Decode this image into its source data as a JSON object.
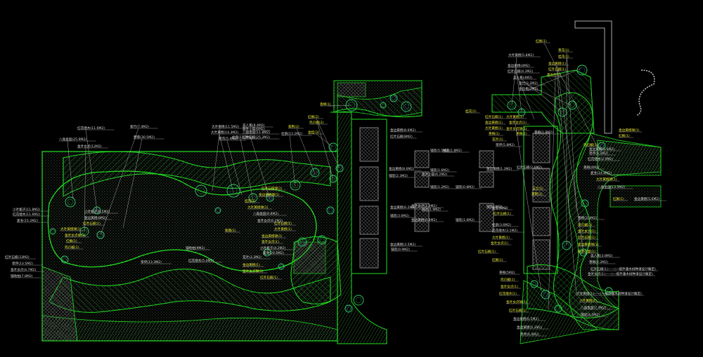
{
  "drawing": {
    "background": "#000000",
    "colors": {
      "outline": "#22dd22",
      "hatch": "#1a7a1a",
      "hatch_dim": "#2a5a2a",
      "dots": "#6a8a6a",
      "block": "#8a8a8a",
      "leader": "#b8b8b8",
      "label_yellow": "#e8e830",
      "label_white": "#d8d8d8",
      "plant": "#33cc66",
      "wall": "#aaaaaa"
    },
    "left_labels": [
      {
        "text": "红花继木(11.6M2)",
        "color": "white"
      },
      {
        "text": "八角金盘(25.9M2)",
        "color": "white"
      },
      {
        "text": "金叶女贞(12M2)",
        "color": "white"
      },
      {
        "text": "紫竹(7.4M2)",
        "color": "white"
      },
      {
        "text": "野菊(30.5M2)",
        "color": "white"
      },
      {
        "text": "大叶黄杨(11.5M2)",
        "color": "white"
      },
      {
        "text": "大叶黄杨(14.3M2)",
        "color": "white"
      },
      {
        "text": "荷花(5.4M2)",
        "color": "white"
      },
      {
        "text": "杜鹃(11.9M2)",
        "color": "white"
      },
      {
        "text": "红叶石楠(25.3M2)",
        "color": "white"
      },
      {
        "text": "杜鹃(13.2M2)",
        "color": "white"
      },
      {
        "text": "紫荆(2)",
        "color": "yellow"
      },
      {
        "text": "金桂(3)",
        "color": "yellow"
      },
      {
        "text": "红枫(2)",
        "color": "yellow"
      },
      {
        "text": "鸡爪槭(2)",
        "color": "yellow"
      },
      {
        "text": "香樟(1)",
        "color": "yellow"
      },
      {
        "text": "小叶栀子(11.8M2)",
        "color": "white"
      },
      {
        "text": "红花继木(11.6M2)",
        "color": "white"
      },
      {
        "text": "麦冬(15.2M2)",
        "color": "white"
      },
      {
        "text": "红叶石楠(33M2)",
        "color": "white"
      },
      {
        "text": "草坪(13.5M2)",
        "color": "white"
      },
      {
        "text": "金叶女贞(4.7M2)",
        "color": "white"
      },
      {
        "text": "铺地柏(7.8M2)",
        "color": "white"
      },
      {
        "text": "美人蕉(8.4M2)",
        "color": "white"
      },
      {
        "text": "紫叶小檗(6M2)",
        "color": "white"
      },
      {
        "text": "八角金盘(11.8M2)",
        "color": "white"
      },
      {
        "text": "小叶栀子(6.5M2)",
        "color": "white"
      },
      {
        "text": "金边黄杨(8M2)",
        "color": "white"
      },
      {
        "text": "红叶石楠(1)",
        "color": "yellow"
      },
      {
        "text": "大叶黄杨球(1)",
        "color": "yellow"
      },
      {
        "text": "金叶女贞球(1)",
        "color": "yellow"
      },
      {
        "text": "红枫(1)",
        "color": "yellow"
      },
      {
        "text": "鸡爪槭(1)",
        "color": "yellow"
      },
      {
        "text": "红叶石楠球(1)",
        "color": "yellow"
      },
      {
        "text": "金边黄杨球(1)",
        "color": "yellow"
      },
      {
        "text": "桂花(1)",
        "color": "yellow"
      },
      {
        "text": "大叶黄杨球(1)",
        "color": "yellow"
      },
      {
        "text": "八角金盘(9.8M2)",
        "color": "white"
      },
      {
        "text": "金叶女贞(6.2M2)",
        "color": "white"
      },
      {
        "text": "紫薇(1)",
        "color": "yellow"
      },
      {
        "text": "红叶石楠(1)",
        "color": "yellow"
      },
      {
        "text": "大叶黄杨(1)",
        "color": "yellow"
      },
      {
        "text": "金边黄杨球(1)",
        "color": "yellow"
      },
      {
        "text": "金叶女贞(1)",
        "color": "yellow"
      },
      {
        "text": "小叶栀子(4.2M2)",
        "color": "white"
      },
      {
        "text": "麦冬(20.5M2)",
        "color": "white"
      },
      {
        "text": "铺地柏(9M2)",
        "color": "white"
      },
      {
        "text": "红花继木(5.4M2)",
        "color": "white"
      },
      {
        "text": "草坪(13.3M2)",
        "color": "white"
      },
      {
        "text": "花叶(2.2M2)",
        "color": "white"
      },
      {
        "text": "金边黄杨(1)",
        "color": "yellow"
      },
      {
        "text": "金叶女贞球(1)",
        "color": "yellow"
      },
      {
        "text": "红叶石楠(1)",
        "color": "yellow"
      }
    ],
    "center_labels": [
      {
        "text": "金边黄杨(8.6M2)",
        "color": "white"
      },
      {
        "text": "红叶石楠(8M2)",
        "color": "white"
      },
      {
        "text": "金边黄杨(8.6M2)",
        "color": "white"
      },
      {
        "text": "铺装(2.3M2)",
        "color": "white"
      },
      {
        "text": "金边黄杨(6.2M2)",
        "color": "white"
      },
      {
        "text": "铺装(3.6M2)",
        "color": "white"
      },
      {
        "text": "金边黄杨(3.5M2)",
        "color": "white"
      },
      {
        "text": "铺装(0.9M2)",
        "color": "white"
      },
      {
        "text": "铺装(5.5M2)",
        "color": "white"
      },
      {
        "text": "铺装(1.8M2)",
        "color": "white"
      },
      {
        "text": "铺装(1.6M2)",
        "color": "white"
      },
      {
        "text": "紫叶小檗(6.2M2)",
        "color": "white"
      },
      {
        "text": "铺装(1.2M2)",
        "color": "white"
      },
      {
        "text": "铺装(0.8M2)",
        "color": "white"
      },
      {
        "text": "金叶女贞(1.3M2)",
        "color": "white"
      },
      {
        "text": "铺装(1.9M2)",
        "color": "white"
      },
      {
        "text": "金边黄杨(0.8M2)",
        "color": "white"
      },
      {
        "text": "铺装(1.6M2)",
        "color": "white"
      },
      {
        "text": "金边黄杨(1.3M2)",
        "color": "white"
      },
      {
        "text": "铺装(3M2)",
        "color": "white"
      }
    ],
    "right_labels": [
      {
        "text": "大叶黄杨(5.8M2)",
        "color": "white"
      },
      {
        "text": "金边黄杨(4M2)",
        "color": "white"
      },
      {
        "text": "红叶石楠(4.3M2)",
        "color": "white"
      },
      {
        "text": "美人蕉(4M2)",
        "color": "white"
      },
      {
        "text": "紫竹(2.2M2)",
        "color": "white"
      },
      {
        "text": "金丝桃(2M2)",
        "color": "white"
      },
      {
        "text": "红枫(1)",
        "color": "yellow"
      },
      {
        "text": "茶花(1)",
        "color": "yellow"
      },
      {
        "text": "桂花(1)",
        "color": "yellow"
      },
      {
        "text": "金边黄杨(1)",
        "color": "yellow"
      },
      {
        "text": "红叶石楠(1)",
        "color": "yellow"
      },
      {
        "text": "南天竹(1)",
        "color": "yellow"
      },
      {
        "text": "大叶黄杨(1)",
        "color": "yellow"
      },
      {
        "text": "金叶女贞(1)",
        "color": "yellow"
      },
      {
        "text": "金叶女贞球(1)",
        "color": "yellow"
      },
      {
        "text": "茶梅(1)",
        "color": "yellow"
      },
      {
        "text": "茶梅(1.8M2)",
        "color": "white"
      },
      {
        "text": "玉兰(1)",
        "color": "yellow"
      },
      {
        "text": "紫荆(1)",
        "color": "yellow"
      },
      {
        "text": "红叶石楠(2.6M2)",
        "color": "white"
      },
      {
        "text": "桂花(1)",
        "color": "yellow"
      },
      {
        "text": "红叶石楠(1)",
        "color": "yellow"
      },
      {
        "text": "金边黄杨(1)",
        "color": "yellow"
      },
      {
        "text": "大叶黄杨(1)",
        "color": "yellow"
      },
      {
        "text": "茶梅(1)",
        "color": "yellow"
      },
      {
        "text": "花叶(1)",
        "color": "yellow"
      },
      {
        "text": "草坪(5.8M2)",
        "color": "white"
      },
      {
        "text": "麦冬(6M2)",
        "color": "white"
      },
      {
        "text": "红叶石楠(1)",
        "color": "yellow"
      },
      {
        "text": "杜鹃(3.6M2)",
        "color": "white"
      },
      {
        "text": "红花继木(3.1M2)",
        "color": "white"
      },
      {
        "text": "大叶黄杨(1)",
        "color": "yellow"
      },
      {
        "text": "金叶女贞(1)",
        "color": "yellow"
      },
      {
        "text": "红叶石楠(1)",
        "color": "yellow"
      },
      {
        "text": "金边黄杨球(1)",
        "color": "yellow"
      },
      {
        "text": "红枫(1)",
        "color": "yellow"
      },
      {
        "text": "鸡爪槭(1)",
        "color": "yellow"
      },
      {
        "text": "金边黄杨(5.6M2)",
        "color": "white"
      },
      {
        "text": "草坪(4.2M2)",
        "color": "white"
      },
      {
        "text": "红花继木(2.9M2)",
        "color": "white"
      },
      {
        "text": "茶梅(4M2)",
        "color": "white"
      },
      {
        "text": "麦冬(14.8M2)",
        "color": "white"
      },
      {
        "text": "八角金盘(13.5M2)",
        "color": "white"
      },
      {
        "text": "红枫(1)",
        "color": "yellow"
      },
      {
        "text": "金边黄杨(5.6M2)",
        "color": "white"
      },
      {
        "text": "大叶黄杨球(1)",
        "color": "yellow"
      },
      {
        "text": "茶梅(3.3M2)",
        "color": "white"
      },
      {
        "text": "鸡爪槭(1)",
        "color": "yellow"
      },
      {
        "text": "金叶女贞(1)",
        "color": "yellow"
      },
      {
        "text": "红叶石楠(1)",
        "color": "yellow"
      },
      {
        "text": "金边黄杨球(1)",
        "color": "yellow"
      },
      {
        "text": "紫叶小檗(1)",
        "color": "yellow"
      },
      {
        "text": "美人蕉(3.8M2)",
        "color": "white"
      },
      {
        "text": "茶梅(2.2M2)",
        "color": "white"
      },
      {
        "text": "红叶石楠(1)——(一级乔灌木树种请设计确定)",
        "color": "white"
      },
      {
        "text": "金叶女贞(1)——(一级乔灌木树种请设计确定)",
        "color": "white"
      },
      {
        "text": "大叶黄杨(1)——(一级乔灌木树种请设计确定)",
        "color": "white"
      },
      {
        "text": "小叶黄杨(2)",
        "color": "yellow"
      },
      {
        "text": "八角金盘(7.4M2)",
        "color": "white"
      },
      {
        "text": "铺装(4.5M2)",
        "color": "white"
      },
      {
        "text": "红枫(1)",
        "color": "yellow"
      },
      {
        "text": "茶梅(5M2)",
        "color": "white"
      },
      {
        "text": "鸡爪槭(1)",
        "color": "yellow"
      },
      {
        "text": "金叶女贞(1)",
        "color": "yellow"
      },
      {
        "text": "红花继木(1)",
        "color": "yellow"
      },
      {
        "text": "金叶女贞球(1)",
        "color": "yellow"
      },
      {
        "text": "红叶石楠(1)",
        "color": "yellow"
      },
      {
        "text": "金边黄杨(6.5M2)",
        "color": "white"
      },
      {
        "text": "金边黄杨(5.3M2)",
        "color": "white"
      },
      {
        "text": "草坪(6.4M2)",
        "color": "white"
      }
    ]
  }
}
